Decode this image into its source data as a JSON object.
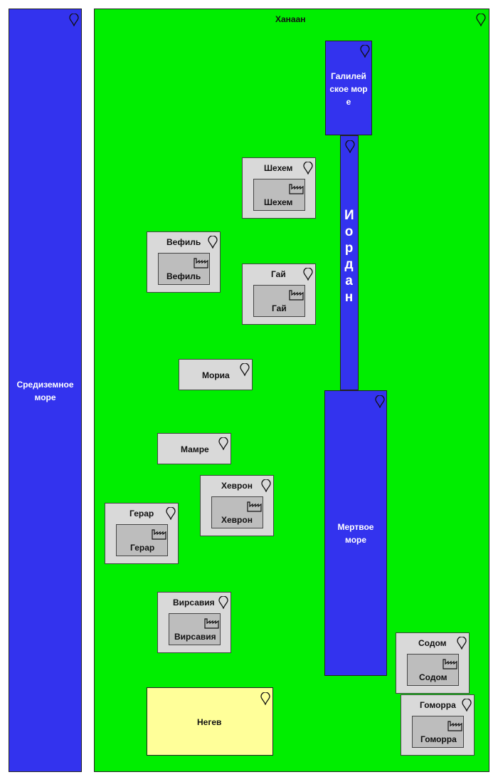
{
  "regions": {
    "mediterranean": "Средиземное море",
    "canaan": "Ханаан",
    "galilee": "Галилейское море",
    "jordan": "Иордан",
    "dead_sea": "Мертвое море",
    "negev": "Негев"
  },
  "cities": {
    "shechem": {
      "label": "Шехем",
      "inner_label": "Шехем"
    },
    "bethel": {
      "label": "Вефиль",
      "inner_label": "Вефиль"
    },
    "ai": {
      "label": "Гай",
      "inner_label": "Гай"
    },
    "moriah": {
      "label": "Мориа"
    },
    "mamre": {
      "label": "Мамре"
    },
    "hebron": {
      "label": "Хеврон",
      "inner_label": "Хеврон"
    },
    "gerar": {
      "label": "Герар",
      "inner_label": "Герар"
    },
    "beersheba": {
      "label": "Вирсавия",
      "inner_label": "Вирсавия"
    },
    "sodom": {
      "label": "Содом",
      "inner_label": "Содом"
    },
    "gomorrah": {
      "label": "Гоморра",
      "inner_label": "Гоморра"
    }
  },
  "icons": {
    "location": "location-pin-icon",
    "factory": "factory-icon"
  },
  "colors": {
    "sea": "#3333ee",
    "land": "#00ee00",
    "town": "#d9d9d9",
    "negev": "#ffff99"
  }
}
